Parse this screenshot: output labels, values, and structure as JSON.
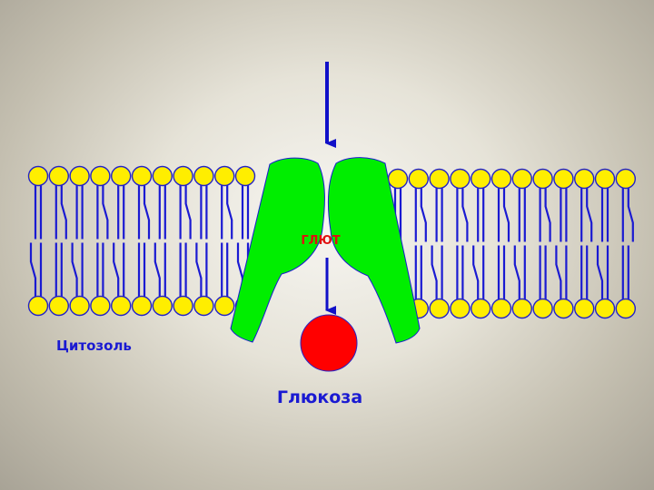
{
  "labels": {
    "transporter": "ГЛЮТ",
    "glucose": "Глюкоза",
    "cytosol": "Цитозоль"
  },
  "colors": {
    "lipid_head_fill": "#ffee00",
    "lipid_head_stroke": "#2323c8",
    "lipid_tail": "#1a1ad2",
    "transporter_fill": "#00ee00",
    "transporter_stroke": "#1a1ad2",
    "glucose_fill": "#ff0000",
    "glucose_stroke": "#2323c8",
    "arrow": "#1010c8",
    "transporter_label": "#e01010",
    "text_blue": "#1a1ad2"
  },
  "membrane": {
    "left_lipids_per_leaflet": 11,
    "right_lipids_per_leaflet": 12
  },
  "arrows": [
    "incoming-arrow",
    "outgoing-arrow"
  ]
}
